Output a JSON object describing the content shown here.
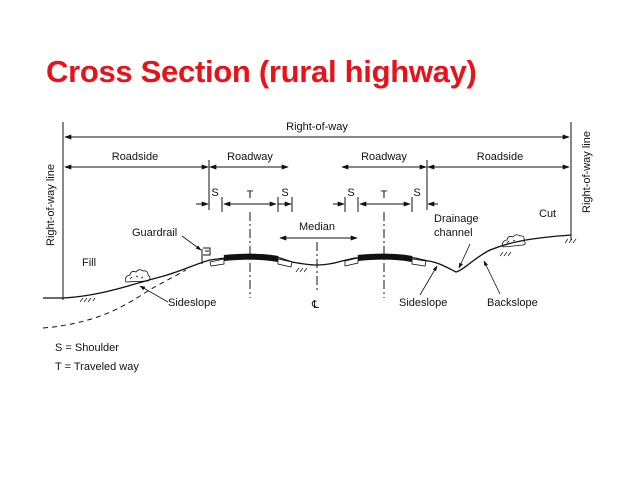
{
  "title": "Cross Section (rural highway)",
  "labels": {
    "right_of_way": "Right-of-way",
    "right_of_way_line": "Right-of-way line",
    "roadside": "Roadside",
    "roadway": "Roadway",
    "shoulder_abbrev": "S",
    "traveled_abbrev": "T",
    "median": "Median",
    "guardrail": "Guardrail",
    "fill": "Fill",
    "cut": "Cut",
    "drainage_channel_line1": "Drainage",
    "drainage_channel_line2": "channel",
    "sideslope": "Sideslope",
    "backslope": "Backslope",
    "centerline": "℄"
  },
  "legend": [
    "S = Shoulder",
    "T = Traveled way"
  ],
  "colors": {
    "title": "#e8121a",
    "lines": "#111111"
  }
}
